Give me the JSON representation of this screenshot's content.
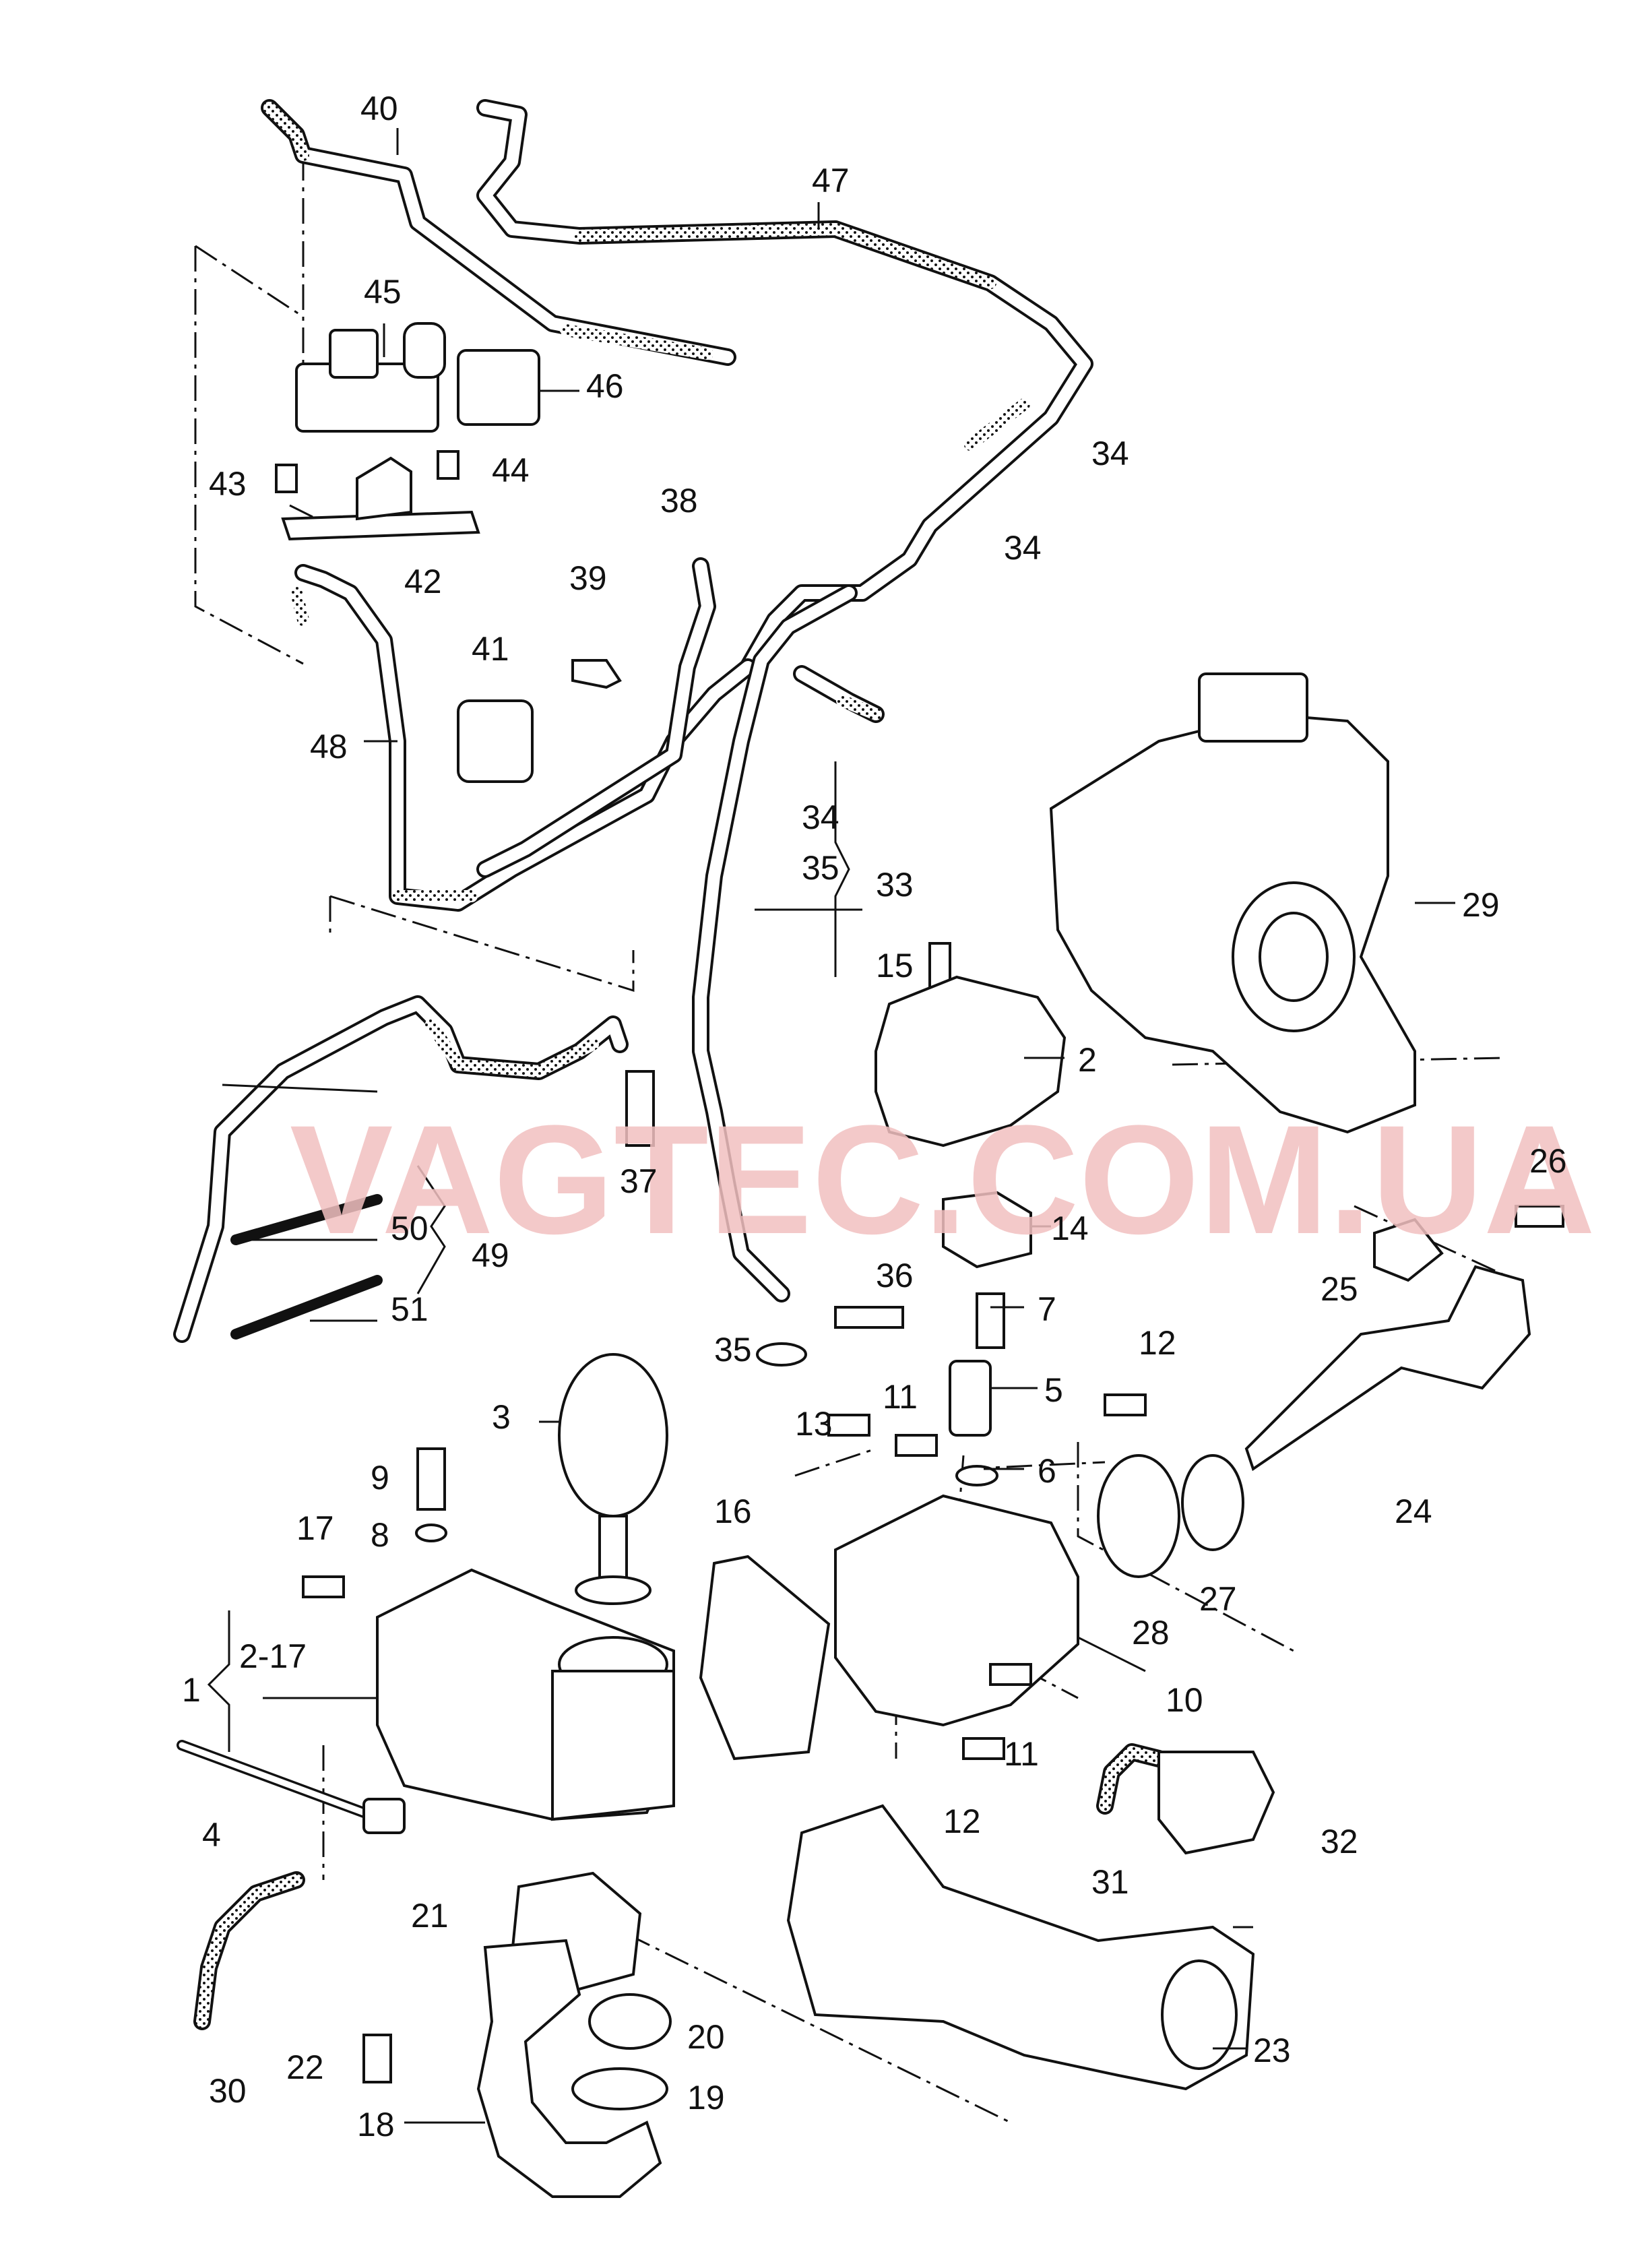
{
  "watermark": "VAGTEC.COM.UA",
  "colors": {
    "line": "#111111",
    "watermark": "#f2c0c0",
    "background": "#ffffff"
  },
  "callouts": {
    "c1": "1",
    "c2_17": "2-17",
    "c2": "2",
    "c3": "3",
    "c4": "4",
    "c5": "5",
    "c6": "6",
    "c7": "7",
    "c8": "8",
    "c9": "9",
    "c10": "10",
    "c11a": "11",
    "c11b": "11",
    "c12a": "12",
    "c12b": "12",
    "c13": "13",
    "c14": "14",
    "c15": "15",
    "c16": "16",
    "c17": "17",
    "c18": "18",
    "c19": "19",
    "c20": "20",
    "c21": "21",
    "c22": "22",
    "c23": "23",
    "c24": "24",
    "c25": "25",
    "c26": "26",
    "c27": "27",
    "c28": "28",
    "c29": "29",
    "c30": "30",
    "c31": "31",
    "c32": "32",
    "c33": "33",
    "c34a": "34",
    "c34b": "34",
    "c34c": "34",
    "c35a": "35",
    "c35b": "35",
    "c36": "36",
    "c37": "37",
    "c38": "38",
    "c39": "39",
    "c40": "40",
    "c41": "41",
    "c42": "42",
    "c43": "43",
    "c44": "44",
    "c45": "45",
    "c46": "46",
    "c47": "47",
    "c48": "48",
    "c49": "49",
    "c50": "50",
    "c51": "51"
  }
}
